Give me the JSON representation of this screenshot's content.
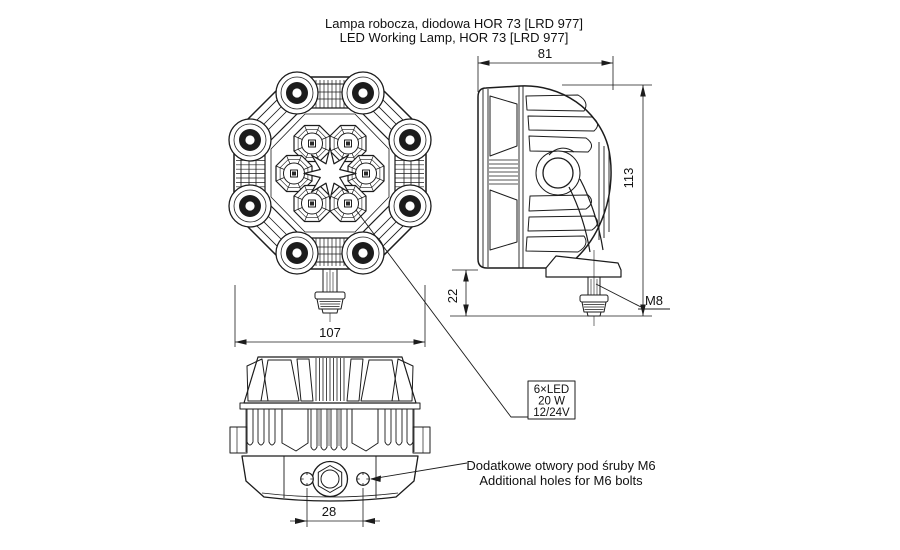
{
  "title": {
    "line1": "Lampa robocza, diodowa HOR 73 [LRD 977]",
    "line2": "LED Working Lamp, HOR 73 [LRD 977]"
  },
  "front_view": {
    "width_dimension": "107"
  },
  "side_view": {
    "width_dimension": "81",
    "height_dimension": "113",
    "stud_length_dimension": "22",
    "thread_label": "M8"
  },
  "bottom_view": {
    "hole_spacing_dimension": "28"
  },
  "spec_callout": {
    "line1": "6×LED",
    "line2": "20 W",
    "line3": "12/24V"
  },
  "note": {
    "line1": "Dodatkowe otwory pod śruby M6",
    "line2": "Additional holes for M6 bolts"
  },
  "colors": {
    "line": "#1c1c1c",
    "background": "#ffffff",
    "text": "#111111"
  }
}
